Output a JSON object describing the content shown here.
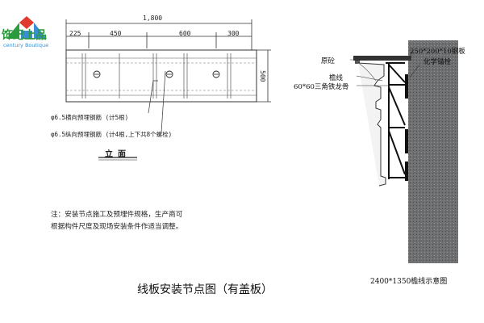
{
  "logo": {
    "name_cn": "饰纪上品",
    "name_en": "century Boutique",
    "colors": {
      "roof_left": "#2e9b3c",
      "roof_right": "#3a8fd0",
      "roof_mid": "#e03a2e"
    }
  },
  "elevation": {
    "overall_width": "1,800",
    "segments": [
      "225",
      "450",
      "600",
      "300"
    ],
    "height": "500",
    "callout_1": "φ6.5横向预埋钢筋 (计5根)",
    "callout_2": "φ6.5纵向预埋钢筋 (计4根,上下共8个螺栓)",
    "view_title": "立  面"
  },
  "note": "注：安装节点施工及预埋件规格，生产商可根据构件尺度及现场安装条件作适当调整。",
  "section": {
    "label_plate": "250*200*10钢板",
    "label_anchor": "化学锚栓",
    "label_wall": "原砼",
    "label_cornice": "檐线",
    "label_keel": "60*60三角铁龙骨",
    "caption": "2400*1350檐线示意图"
  },
  "main_caption": "线板安装节点图（有盖板）"
}
